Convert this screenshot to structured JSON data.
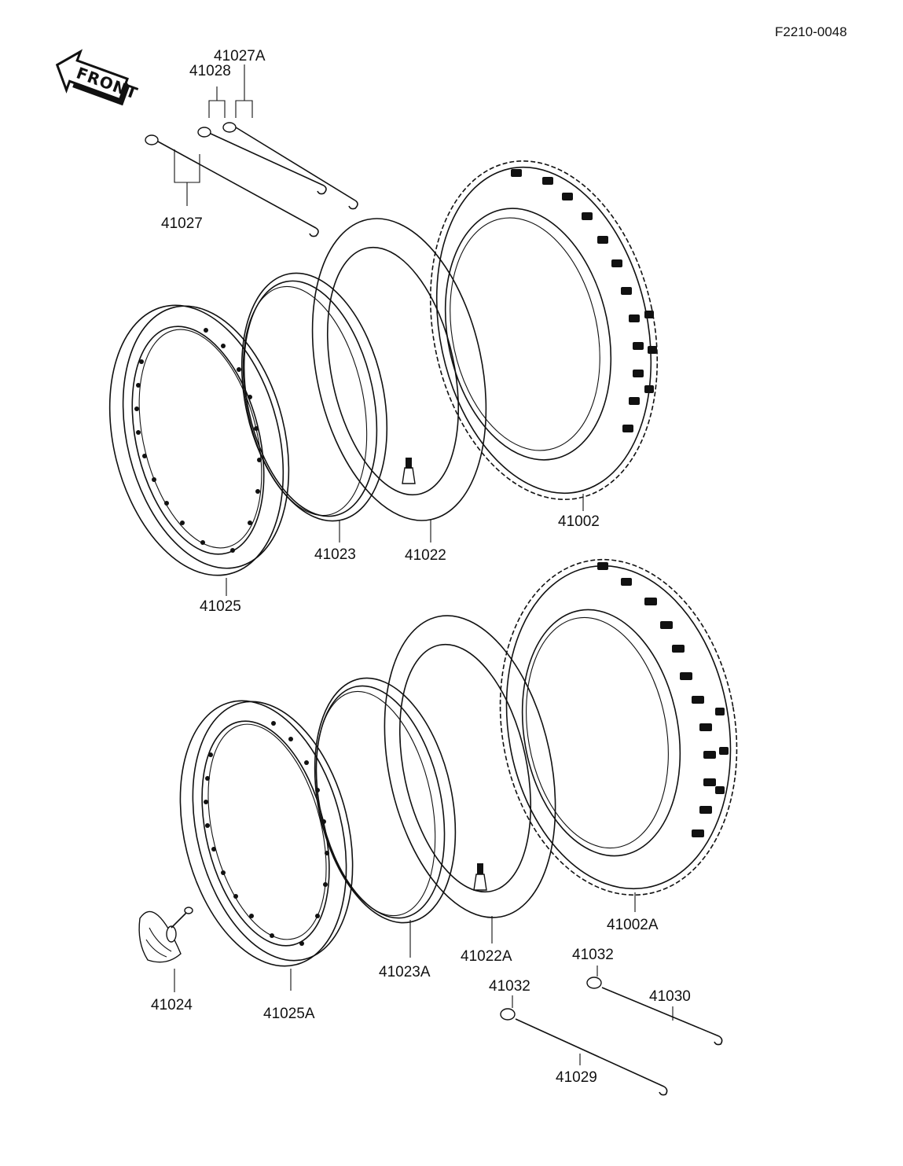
{
  "diagram_code": "F2210-0048",
  "front_label": "FRONT",
  "labels": {
    "l41027A": "41027A",
    "l41028": "41028",
    "l41027": "41027",
    "l41002": "41002",
    "l41023": "41023",
    "l41022": "41022",
    "l41025": "41025",
    "l41002A": "41002A",
    "l41032a": "41032",
    "l41032b": "41032",
    "l41030": "41030",
    "l41022A": "41022A",
    "l41023A": "41023A",
    "l41024": "41024",
    "l41025A": "41025A",
    "l41029": "41029"
  },
  "colors": {
    "ink": "#111111",
    "paper": "#ffffff"
  }
}
